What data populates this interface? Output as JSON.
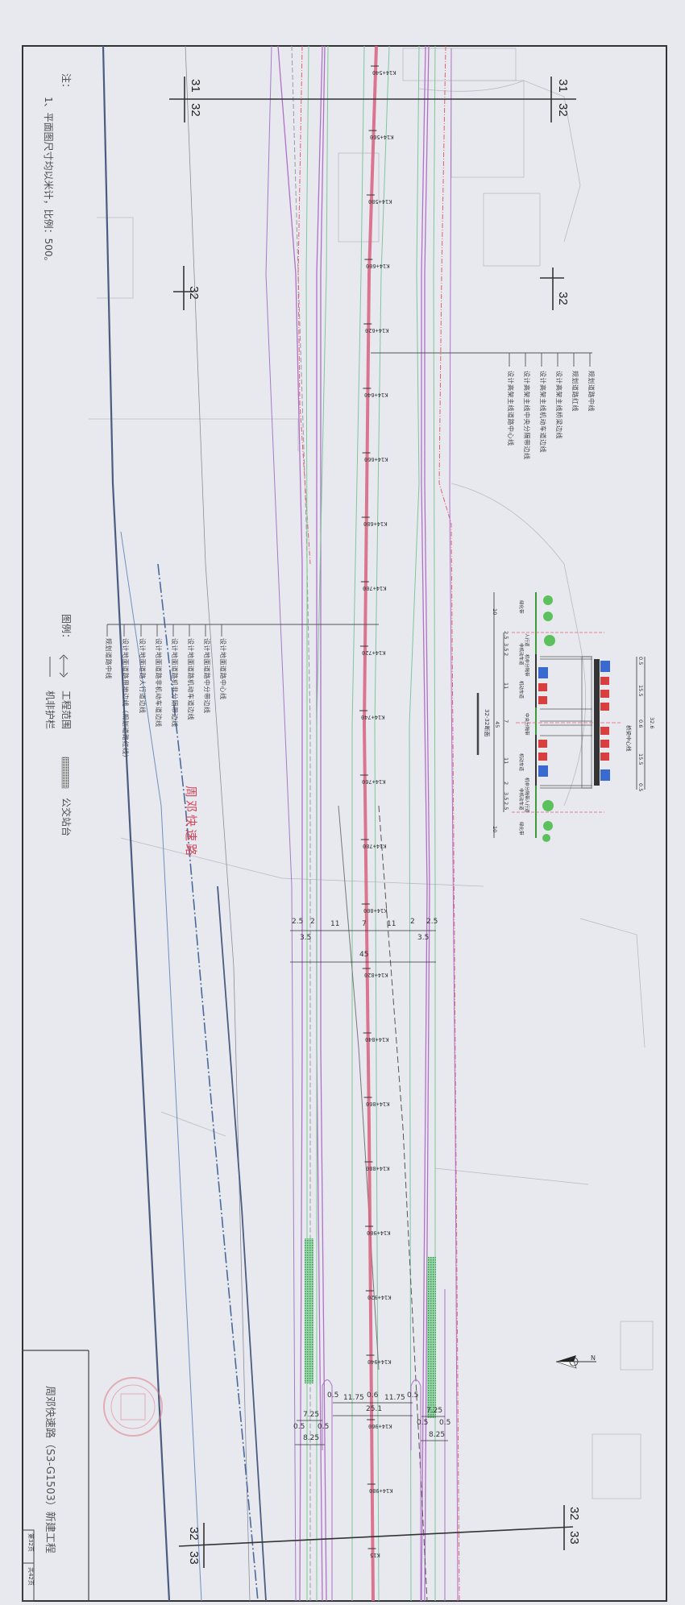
{
  "notes": {
    "heading": "注：",
    "items": [
      "1、平面图尺寸均以米计，比例：500。"
    ]
  },
  "legend": {
    "heading": "图例：",
    "items": [
      {
        "label": "工程范围",
        "icon": "project-boundary-arrow-icon"
      },
      {
        "label": "机非护栏",
        "icon": "guardrail-line-icon"
      },
      {
        "label": "公交站台",
        "icon": "bus-stop-hatched-icon"
      }
    ]
  },
  "title_block": {
    "project_name": "周邓快速路（S3-G1503）新建工程",
    "page": "第32页",
    "total": "共42页"
  },
  "road_name": "周邓快速路",
  "section_marks": {
    "top_left": [
      "31",
      "32"
    ],
    "top_right": [
      "31",
      "32"
    ],
    "bottom_left": [
      "32",
      "33"
    ],
    "bottom_right": [
      "32",
      "33"
    ],
    "cut_left": "32",
    "cut_right": "32"
  },
  "stations": [
    "K14+540",
    "K14+560",
    "K14+580",
    "K14+600",
    "K14+620",
    "K14+640",
    "K14+660",
    "K14+680",
    "K14+700",
    "K14+720",
    "K14+740",
    "K14+760",
    "K14+780",
    "K14+800",
    "K14+820",
    "K14+840",
    "K14+860",
    "K14+880",
    "K14+900",
    "K14+920",
    "K14+940",
    "K14+960",
    "K14+980",
    "K15"
  ],
  "line_legend_upper": [
    "设计高架主线道路中心线",
    "设计高架主线中央分隔带边线",
    "设计高架主线机动车道边线",
    "设计高架主线桥梁边线",
    "规划道路红线",
    "规划道路中线"
  ],
  "line_legend_lower": [
    "规划道路中线",
    "设计地面道路用地边线（规划道路红线）",
    "设计地面道路人行道边线",
    "设计地面道路非机动车道边线",
    "设计地面道路机非分隔带边线",
    "设计地面道路机动车道边线",
    "设计地面道路中分带边线",
    "设计地面道路中心线"
  ],
  "dimensions": {
    "mid_row1": [
      "2.5",
      "2",
      "11",
      "7",
      "11",
      "2",
      "2.5"
    ],
    "mid_row2": [
      "3.5",
      "3.5"
    ],
    "mid_total": "45",
    "bottom_center": [
      "0.5",
      "11.75",
      "0.6",
      "11.75",
      "0.5"
    ],
    "bottom_center_total": "25.1",
    "bottom_left": {
      "a": "7.25",
      "b": [
        "0.5",
        "0.5"
      ],
      "total": "8.25"
    },
    "bottom_right": {
      "a": "7.25",
      "b": [
        "0.5",
        "0.5"
      ],
      "total": "8.25"
    }
  },
  "cross_section": {
    "title": "32-32断面",
    "left_dims": [
      "10",
      "2.5",
      "3.5",
      "2",
      "11",
      "7",
      "11",
      "2",
      "3.5",
      "2.5",
      "10"
    ],
    "left_total": "45",
    "right_dims": [
      "0.5",
      "15.5",
      "0.6",
      "15.5",
      "0.5"
    ],
    "right_total": "32.6",
    "labels": [
      "绿化带",
      "人行道",
      "非机动车道",
      "机非分隔带",
      "机动车道",
      "中央分隔带",
      "机动车道",
      "机非分隔带",
      "非机动车道",
      "人行道",
      "绿化带"
    ],
    "bridge_center_label": "桥梁中心线"
  },
  "north_label": "N",
  "colors": {
    "centerline": "#d8607e",
    "edge_green": "#7cc79a",
    "edge_purple": "#b070c8",
    "red_dashed": "#e06070",
    "road_name": "#d4485a",
    "seal": "#e07a86"
  }
}
